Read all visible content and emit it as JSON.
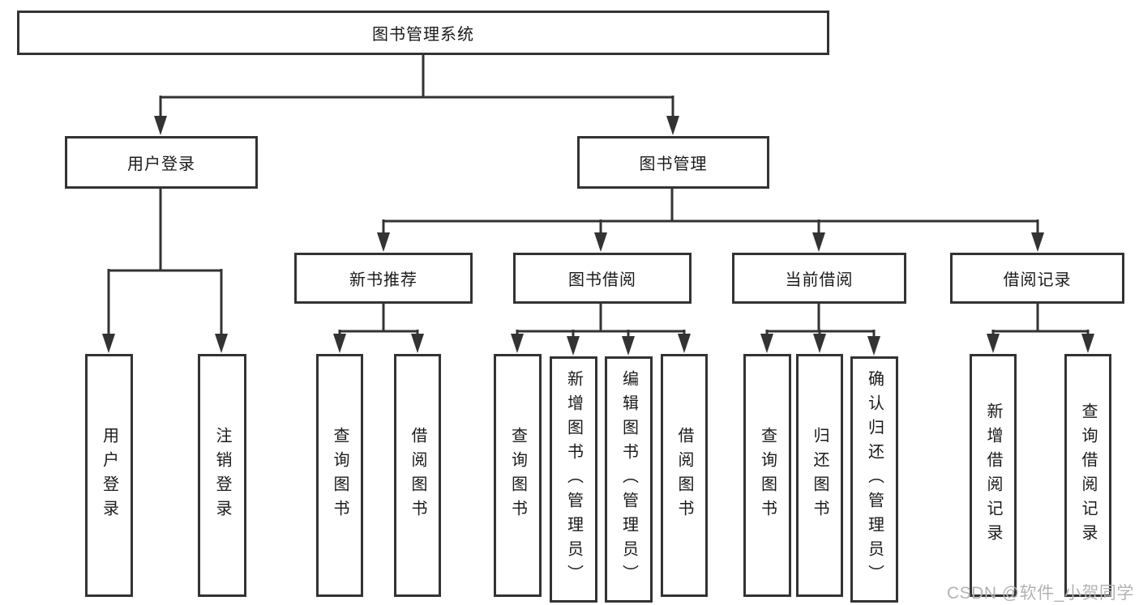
{
  "diagram": {
    "root": {
      "label": "图书管理系统"
    },
    "branches": [
      {
        "label": "用户登录",
        "children": [
          {
            "label": "用户登录"
          },
          {
            "label": "注销登录"
          }
        ]
      },
      {
        "label": "图书管理",
        "children": [
          {
            "label": "新书推荐",
            "children": [
              {
                "label": "查询图书"
              },
              {
                "label": "借阅图书"
              }
            ]
          },
          {
            "label": "图书借阅",
            "children": [
              {
                "label": "查询图书"
              },
              {
                "label": "新增图书（管理员）"
              },
              {
                "label": "编辑图书（管理员）"
              },
              {
                "label": "借阅图书"
              }
            ]
          },
          {
            "label": "当前借阅",
            "children": [
              {
                "label": "查询图书"
              },
              {
                "label": "归还图书"
              },
              {
                "label": "确认归还（管理员）"
              }
            ]
          },
          {
            "label": "借阅记录",
            "children": [
              {
                "label": "新增借阅记录"
              },
              {
                "label": "查询借阅记录"
              }
            ]
          }
        ]
      }
    ]
  },
  "watermark": {
    "text": "CSDN @软件_小贺同学"
  },
  "colors": {
    "line": "#333333",
    "border": "#333333",
    "text": "#1a1a1a",
    "background": "#ffffff",
    "watermark": "#b3b3b3"
  }
}
